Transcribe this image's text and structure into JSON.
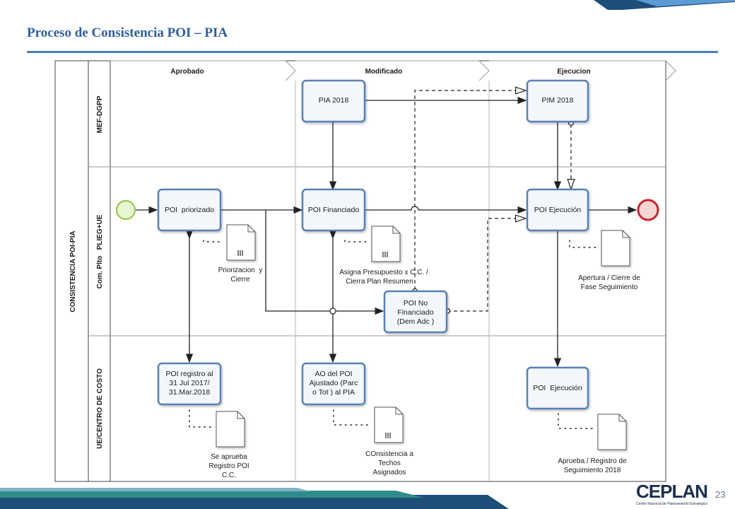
{
  "slide": {
    "title": "Proceso de Consistencia POI – PIA",
    "page_number": "23",
    "logo_text": "CEPLAN",
    "logo_subtitle": "Centro Nacional de Planeamiento Estratégico"
  },
  "pool": {
    "label": "CONSISTENCIA POI-PIA"
  },
  "lanes": [
    {
      "label": "MEF-DGPP"
    },
    {
      "label": "Com. Plto   PLIEG+UE"
    },
    {
      "label": "UE/CENTRO DE COSTO"
    }
  ],
  "phases": [
    "Aprobado",
    "Modificado",
    "Ejecucion"
  ],
  "tasks": {
    "pia2018": "PIA 2018",
    "pim2018": "PIM 2018",
    "poi_priorizado": "POI  priorizado",
    "poi_financiado": "POI Financiado",
    "poi_ejecucion": "POI Ejecución",
    "poi_no_financiado": [
      "POI No",
      "Financiado",
      "(Dem Adc )"
    ],
    "poi_registro": [
      "POI registro al",
      "31 Jul 2017/",
      "31.Mar.2018"
    ],
    "ao_poi": [
      "AO del POI",
      "Ajustado (Parc",
      "o Tot ) al PIA"
    ],
    "poi_ejecucion_ue": "POI  Ejecución"
  },
  "documents": {
    "priorizacion": [
      "Priorizacion  y",
      "Cierre"
    ],
    "asigna": [
      "Asigna Presupuesto x C.C. /",
      "Cierra Plan Resumen"
    ],
    "apertura": [
      "Apertura / Cierre de",
      "Fase Seguimiento"
    ],
    "aprueba_registro": [
      "Se aprueba",
      "Registro POI",
      "C.C."
    ],
    "consistencia": [
      "COnsistencia a",
      "Techos",
      "Asignados"
    ],
    "aprueba_seguimiento": [
      "Aprueba / Registro de",
      "Seguimiento 2018"
    ]
  },
  "colors": {
    "title": "#2f5f9e",
    "task_border": "#5a80b5",
    "start_event": "#8cc63f",
    "end_event": "#c0282d",
    "band_dark": "#1f4e79",
    "band_teal": "#2e8b8b"
  }
}
